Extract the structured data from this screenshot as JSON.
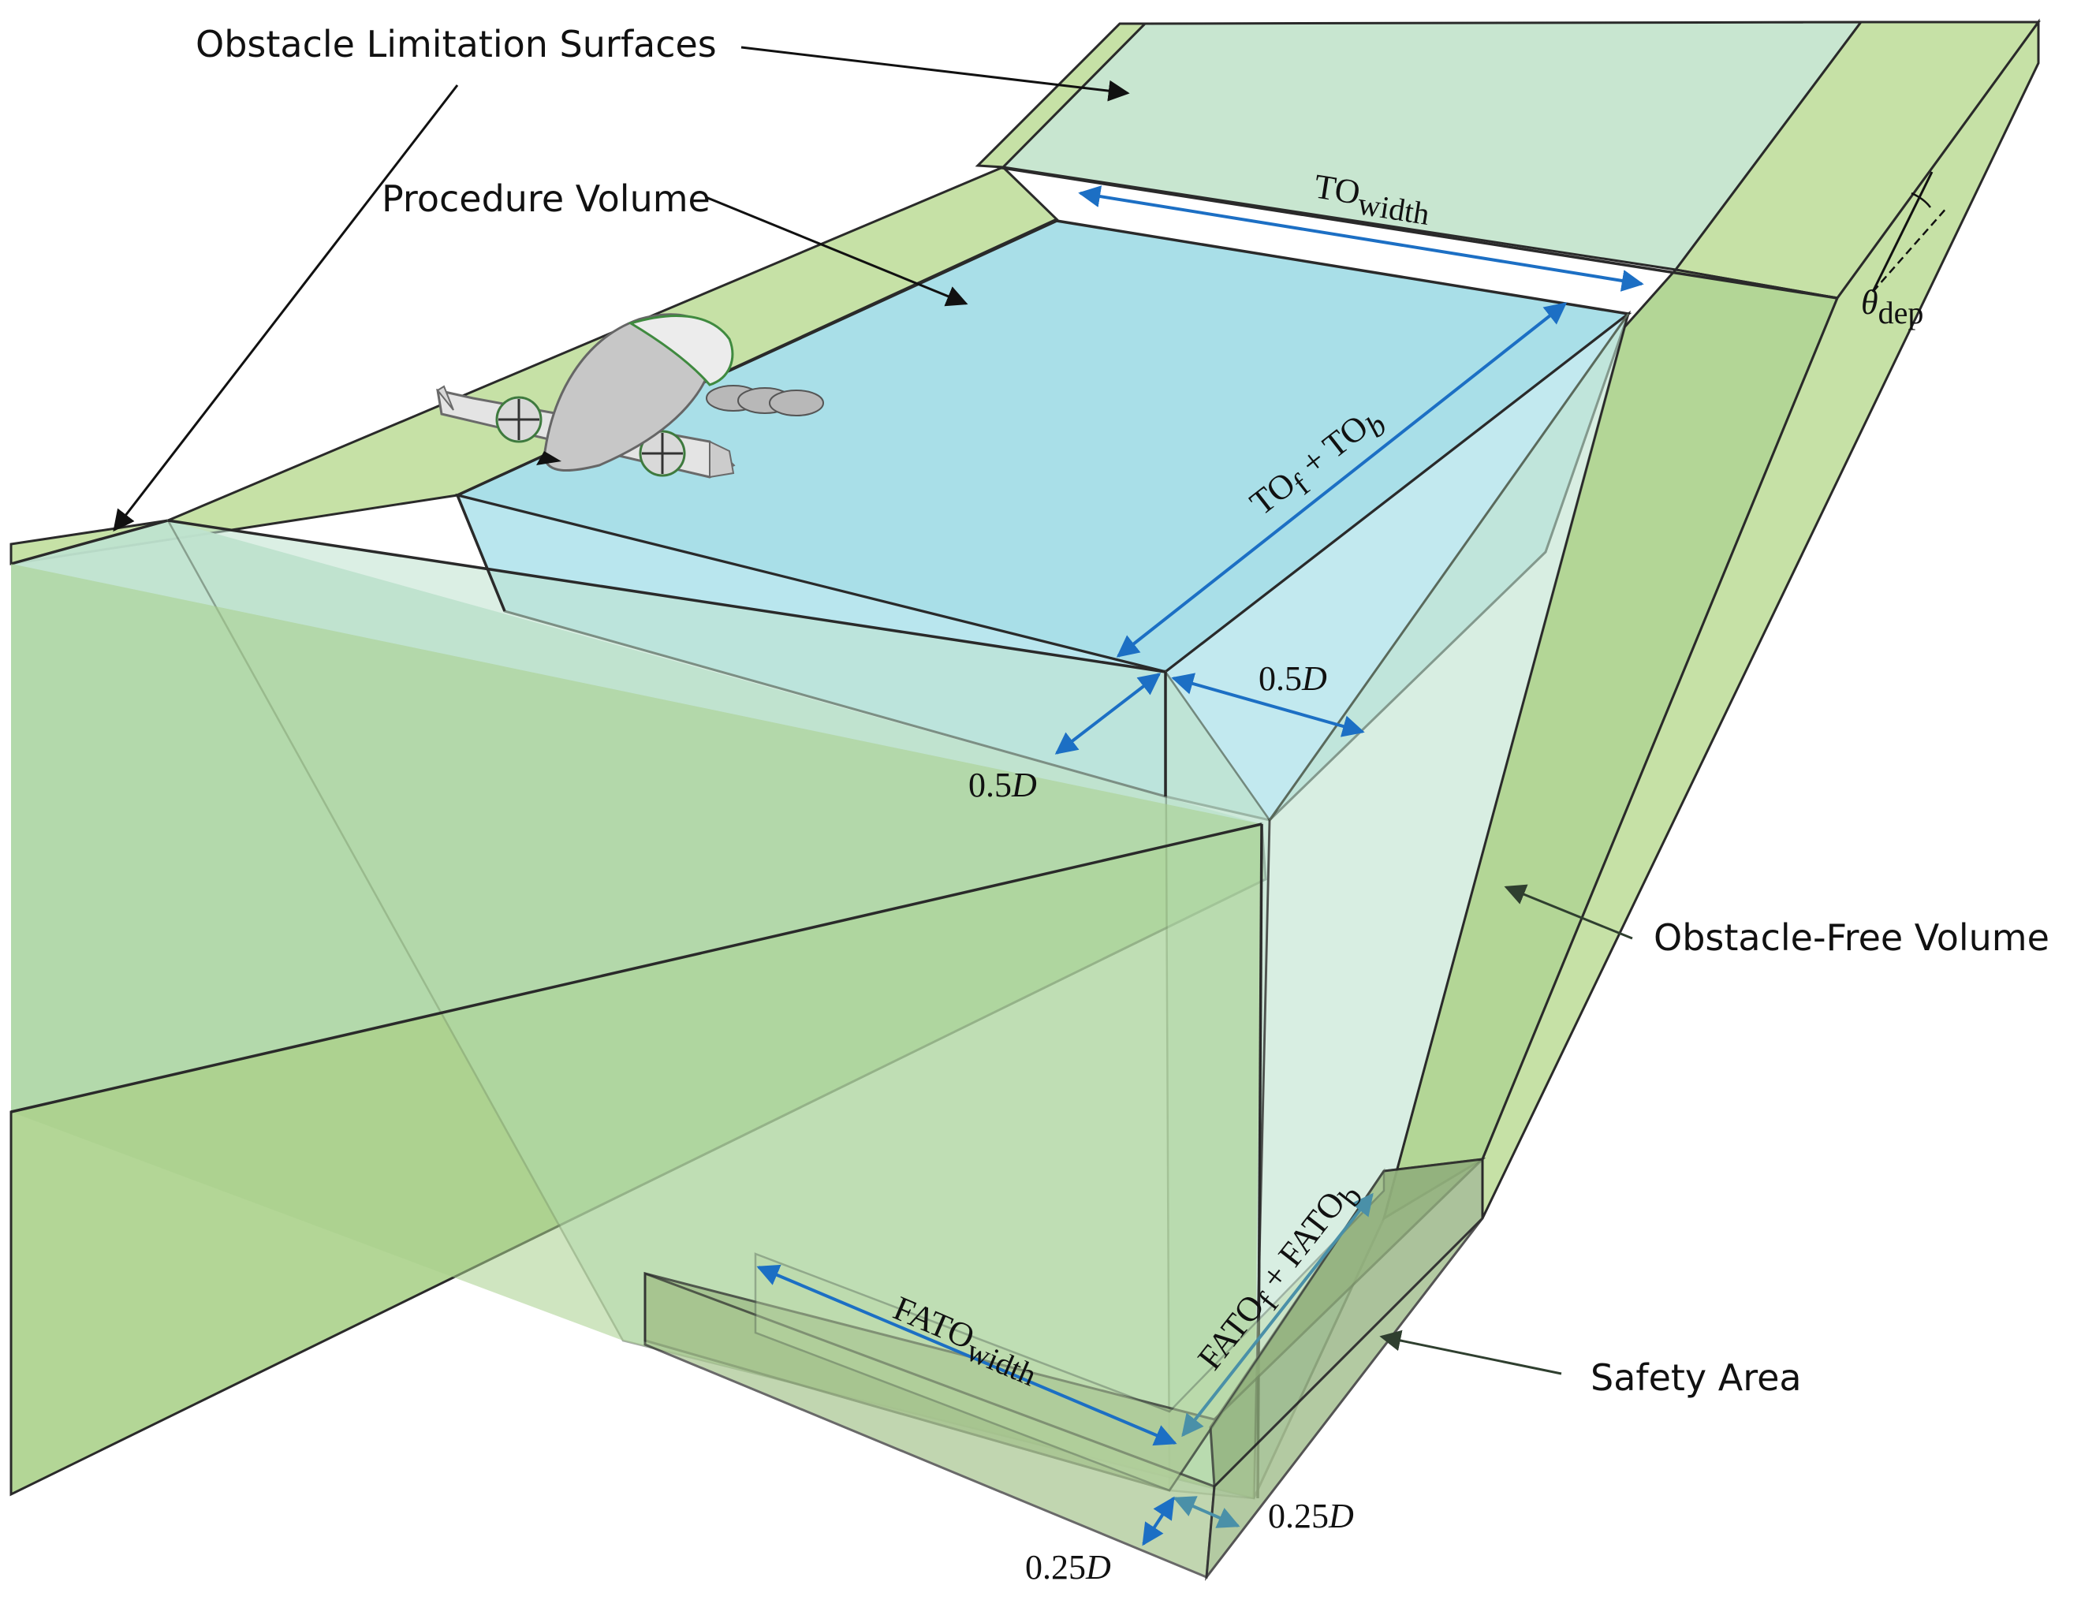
{
  "labels": {
    "obstacle_limitation_surfaces": "Obstacle Limitation Surfaces",
    "procedure_volume": "Procedure Volume",
    "obstacle_free_volume": "Obstacle-Free Volume",
    "safety_area": "Safety Area",
    "to_width_main": "TO",
    "to_width_sub": "width",
    "to_length_a": "TO",
    "to_length_a_sub": "f",
    "to_length_plus": " + TO",
    "to_length_b_sub": "b",
    "half_d_right": "0.5",
    "half_d_left": "0.5",
    "d_symbol": "D",
    "theta": "θ",
    "theta_sub": "dep",
    "fato_width_main": "FATO",
    "fato_width_sub": "width",
    "fato_length_a": "FATO",
    "fato_length_a_sub": "f",
    "fato_length_plus": " + FATO",
    "fato_length_b_sub": "b",
    "quarter_d_right": "0.25",
    "quarter_d_bottom": "0.25"
  },
  "colors": {
    "ols_green": "#c6e1a6",
    "ols_green_dark": "#b3d696",
    "ofv_teal": "#bfe3cf",
    "procedure_blue": "#b9e6ee",
    "procedure_top": "#a9dfe8",
    "safety_area": "#9dbb86",
    "dimension_blue": "#1c6fc4",
    "dimension_teal": "#4a90a8"
  },
  "icons": {
    "aircraft": "evtol-aircraft-icon"
  }
}
